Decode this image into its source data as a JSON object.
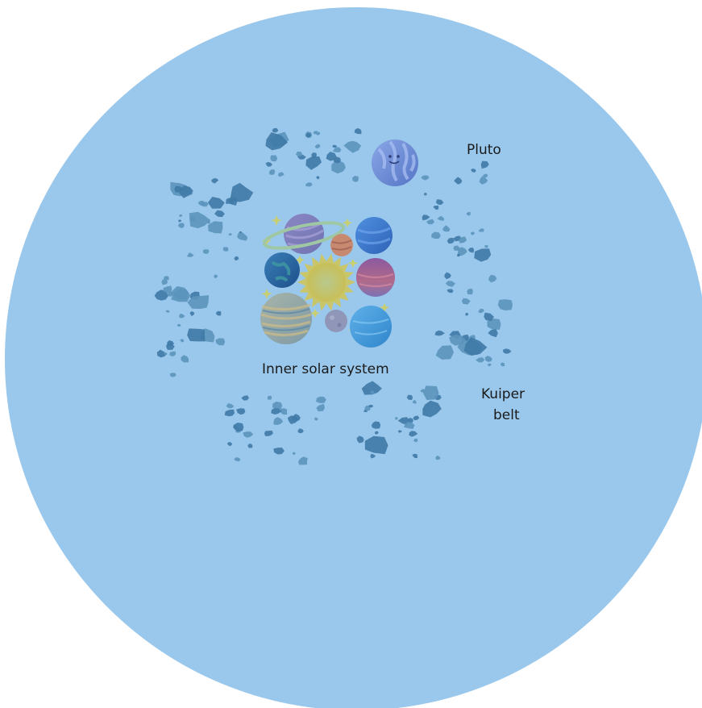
{
  "labels": {
    "pluto": "Pluto",
    "inner": "Inner solar system",
    "kuiper_line1": "Kuiper",
    "kuiper_line2": "belt"
  },
  "colors": {
    "background_disc": "#9ac8ec",
    "asteroid_fill": "#5b93bd",
    "asteroid_dark": "#3f79a6",
    "sun": "#c9c56a",
    "pluto": "#6f8fd6",
    "star": "#c8cf72"
  },
  "icons": [
    "pluto-planet-icon",
    "sun-icon",
    "saturn-icon",
    "asteroid-cluster-icon",
    "star-icon"
  ]
}
